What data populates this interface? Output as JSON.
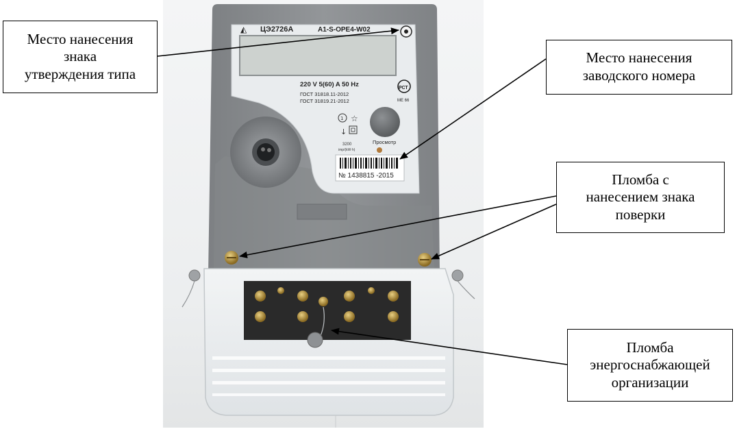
{
  "photo": {
    "model_name": "ЦЭ2726А",
    "model_code": "А1-S-OPE4-W02",
    "rating": "220 V  5(60) A  50 Hz",
    "gost_1": "ГОСТ 31818.11-2012",
    "gost_2": "ГОСТ 31819.21-2012",
    "button_label": "Просмотр",
    "impulse_line_1": "3200",
    "impulse_line_2": "imp/(kW·h)",
    "serial": "№ 1438815 -2015",
    "pct_mark": "РСТ",
    "pct_code": "МЕ 66"
  },
  "callouts": {
    "type_approval": {
      "lines": [
        "Место нанесения",
        "знака",
        "утверждения типа"
      ]
    },
    "serial_place": {
      "lines": [
        "Место нанесения",
        "заводского номера"
      ]
    },
    "verification_seal": {
      "lines": [
        "Пломба с",
        "нанесением знака",
        "поверки"
      ]
    },
    "supplier_seal": {
      "lines": [
        "Пломба",
        "энергоснабжающей",
        "организации"
      ]
    }
  },
  "colors": {
    "meter_body": "#8a8d8f",
    "meter_dark": "#6f7274",
    "label_plate": "#e9ecee",
    "terminal_block": "#2a2a2a",
    "brass": "#b8943c",
    "background": "#ffffff"
  }
}
